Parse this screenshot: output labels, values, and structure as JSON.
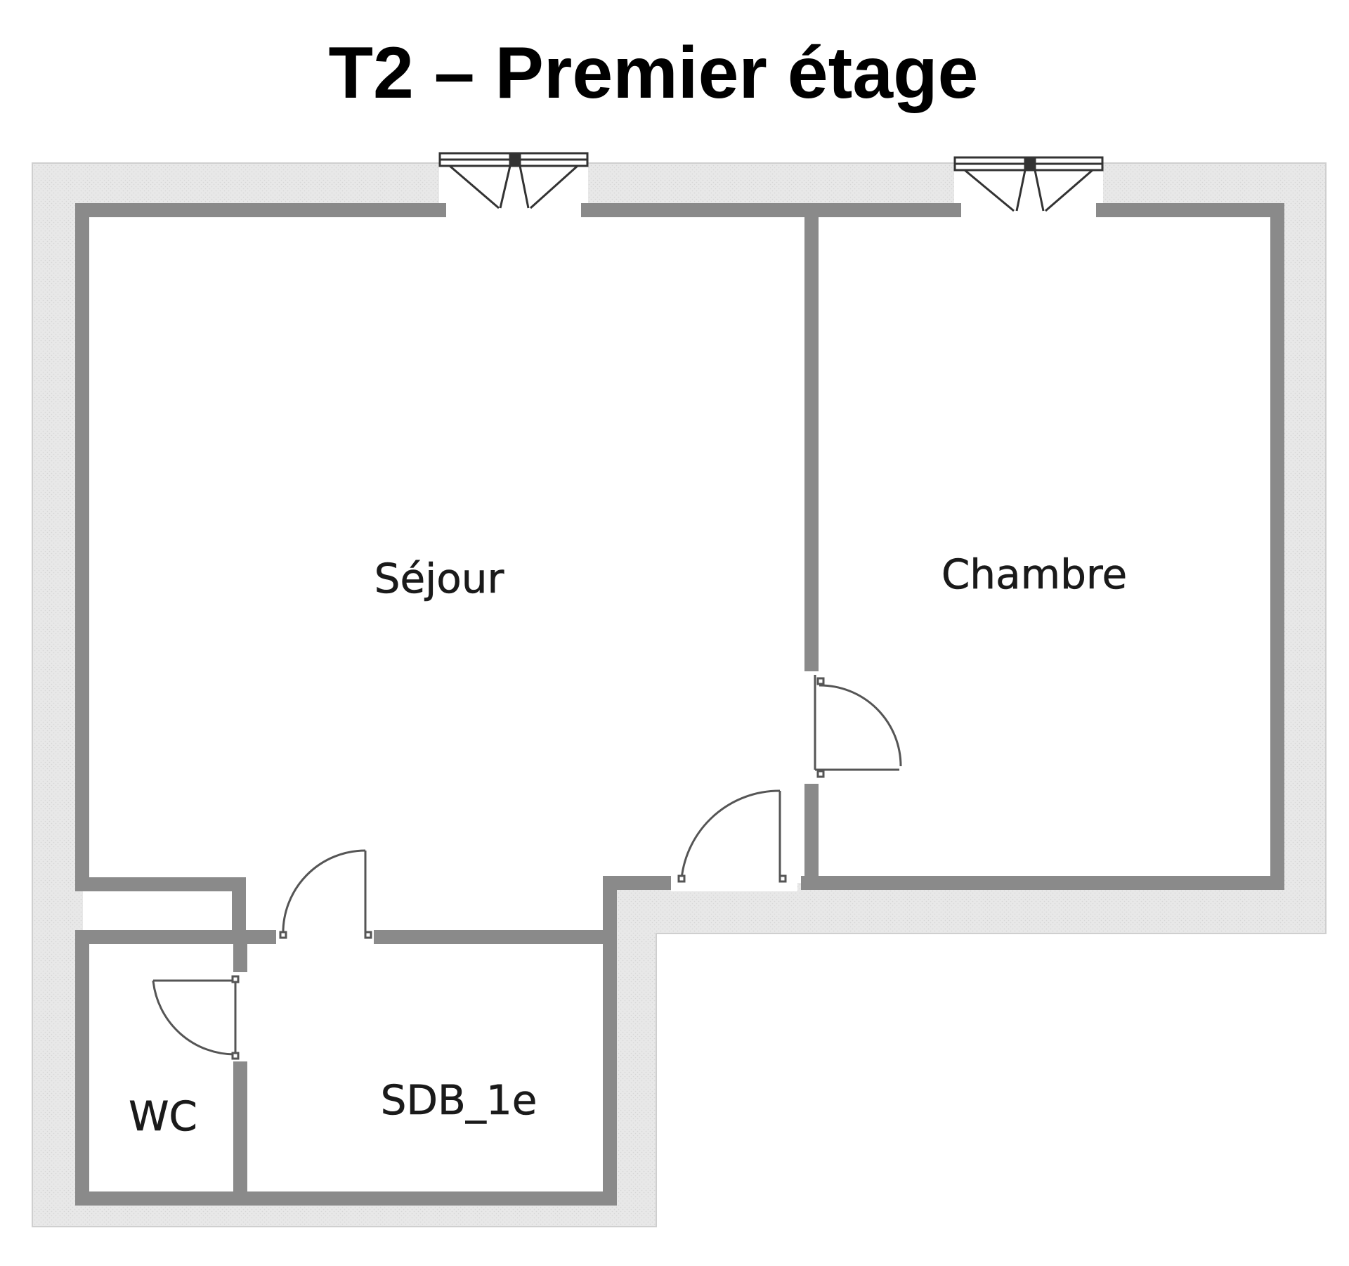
{
  "title": "T2 – Premier étage",
  "rooms": {
    "sejour": "Séjour",
    "chambre": "Chambre",
    "wc": "WC",
    "sdb": "SDB_1e"
  },
  "colors": {
    "exterior_wall": "#e6e6e6",
    "interior_wall": "#8a8a8a",
    "door_line": "#555555",
    "background": "#ffffff"
  }
}
